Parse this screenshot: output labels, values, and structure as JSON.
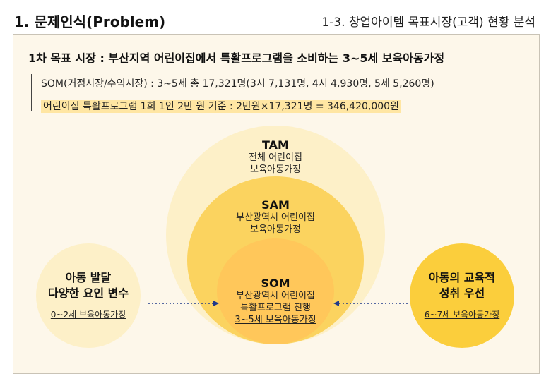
{
  "header": {
    "left_title": "1. 문제인식(Problem)",
    "right_title": "1-3. 창업아이템 목표시장(고객) 현황 분석"
  },
  "headline": "1차 목표 시장 : 부산지역 어린이집에서 특활프로그램을 소비하는 3~5세 보육아동가정",
  "info": {
    "som_line": "SOM(거점시장/수익시장) : 3~5세 총 17,321명(3시 7,131명, 4시 4,930명, 5세 5,260명)",
    "price_line": "어린이집 특활프로그램 1회 1인 2만 원 기준 : 2만원×17,321명 = 346,420,000원"
  },
  "tam": {
    "title": "TAM",
    "line1": "전체 어린이집",
    "line2": "보육아동가정"
  },
  "sam": {
    "title": "SAM",
    "line1": "부산광역시 어린이집",
    "line2": "보육아동가정"
  },
  "som": {
    "title": "SOM",
    "line1": "부산광역시 어린이집",
    "line2": "특활프로그램 진행",
    "line3": "3~5세 보육아동가정"
  },
  "left_circle": {
    "line1": "아동 발달",
    "line2": "다양한 요인 변수",
    "sub": "0~2세 보육아동가정"
  },
  "right_circle": {
    "line1": "아동의 교육적",
    "line2": "성취 우선",
    "sub": "6~7세 보육아동가정"
  },
  "colors": {
    "panel_bg": "#fdf7ea",
    "tam": "#fdf0c8",
    "sam": "#fbd35f",
    "som": "#ffc75a",
    "right": "#fbce3c",
    "arrow": "#1f3a8a"
  }
}
